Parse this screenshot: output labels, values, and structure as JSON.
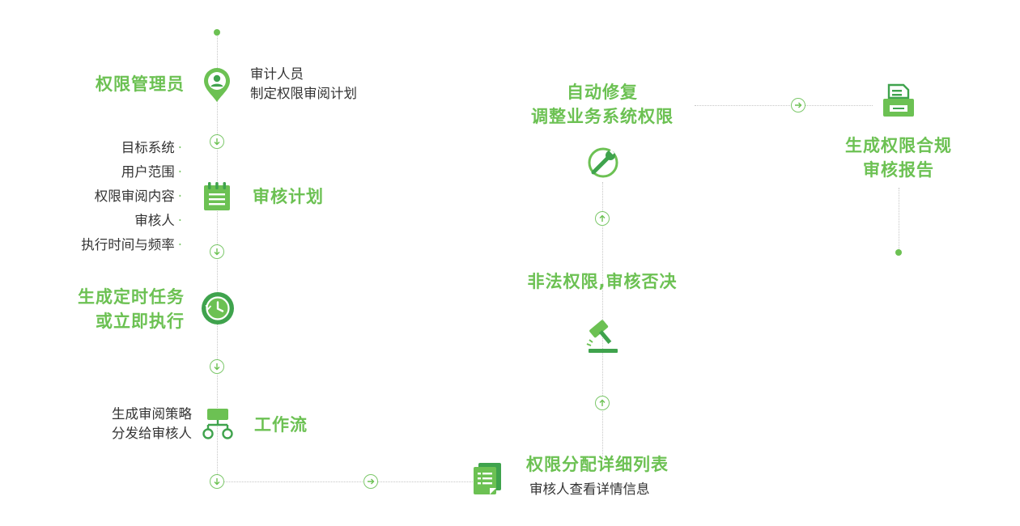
{
  "colors": {
    "accent": "#6cc153",
    "accent_dark": "#3fa34d",
    "line": "#c6c6c6",
    "text": "#333333"
  },
  "left": {
    "admin": {
      "title": "权限管理员",
      "desc": [
        "审计人员",
        "制定权限审阅计划"
      ],
      "icon": "user-location-pin-icon"
    },
    "plan": {
      "title": "审核计划",
      "items": [
        "目标系统",
        "用户范围",
        "权限审阅内容",
        "审核人",
        "执行时间与频率"
      ],
      "icon": "notepad-icon"
    },
    "task": {
      "title": [
        "生成定时任务",
        "或立即执行"
      ],
      "icon": "clock-icon"
    },
    "workflow": {
      "title": "工作流",
      "desc": [
        "生成审阅策略",
        "分发给审核人"
      ],
      "icon": "workflow-icon"
    }
  },
  "middle": {
    "list": {
      "title": "权限分配详细列表",
      "desc": "审核人查看详情信息",
      "icon": "document-list-icon"
    },
    "veto": {
      "title": "非法权限,审核否决",
      "icon": "gavel-icon"
    },
    "repair": {
      "title": [
        "自动修复",
        "调整业务系统权限"
      ],
      "icon": "wrench-icon"
    }
  },
  "right": {
    "report": {
      "title": [
        "生成权限合规",
        "审核报告"
      ],
      "icon": "printer-report-icon"
    }
  }
}
